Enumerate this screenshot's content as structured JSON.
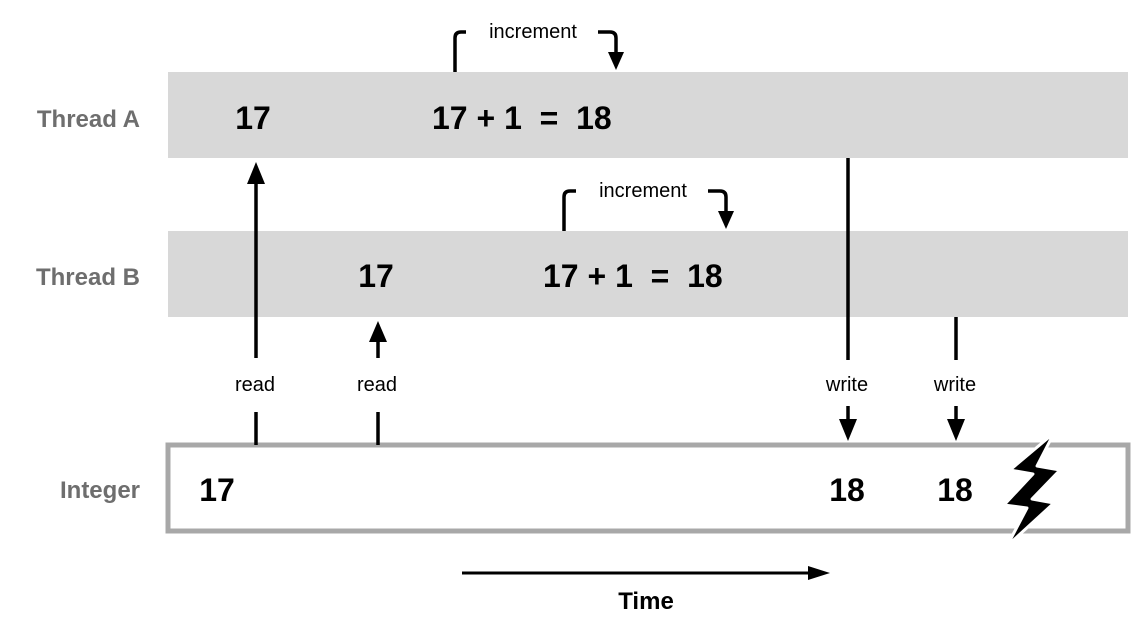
{
  "lanes": {
    "thread_a": "Thread A",
    "thread_b": "Thread B",
    "integer": "Integer"
  },
  "thread_a": {
    "read_value": "17",
    "expression": "17 + 1  =  18",
    "annotation": "increment"
  },
  "thread_b": {
    "read_value": "17",
    "expression": "17 + 1  =  18",
    "annotation": "increment"
  },
  "integer": {
    "initial": "17",
    "after_write_a": "18",
    "after_write_b": "18"
  },
  "arrows": {
    "read_a": "read",
    "read_b": "read",
    "write_a": "write",
    "write_b": "write"
  },
  "time_axis": {
    "label": "Time"
  },
  "colors": {
    "lane_fill": "#d8d8d8",
    "integer_border": "#a8a8a8",
    "label_gray": "#6e6e6e",
    "ink": "#000000"
  },
  "icons": {
    "conflict": "lightning-bolt-icon"
  }
}
